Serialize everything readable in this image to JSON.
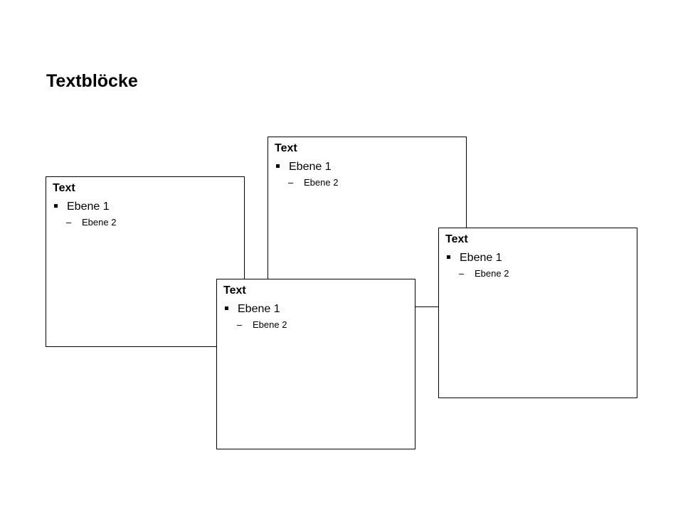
{
  "slide": {
    "title": "Textblöcke"
  },
  "blocks": [
    {
      "heading": "Text",
      "level1": "Ebene 1",
      "level2": "Ebene 2",
      "level2_marker": "–"
    },
    {
      "heading": "Text",
      "level1": "Ebene 1",
      "level2": "Ebene 2",
      "level2_marker": "–"
    },
    {
      "heading": "Text",
      "level1": "Ebene 1",
      "level2": "Ebene 2",
      "level2_marker": "–"
    },
    {
      "heading": "Text",
      "level1": "Ebene 1",
      "level2": "Ebene 2",
      "level2_marker": "–"
    }
  ]
}
